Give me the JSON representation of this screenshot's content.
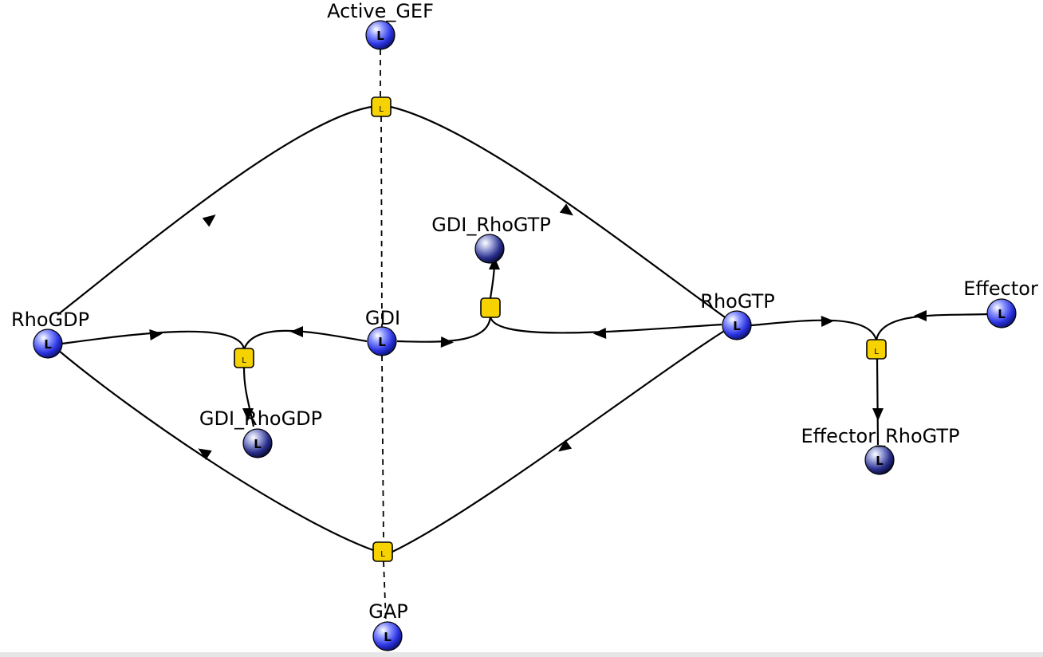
{
  "species": [
    {
      "id": "active_gef",
      "label": "Active_GEF",
      "glyph": "L"
    },
    {
      "id": "rhogdp",
      "label": "RhoGDP",
      "glyph": "L"
    },
    {
      "id": "gdi",
      "label": "GDI",
      "glyph": "L"
    },
    {
      "id": "gdi_rhogtp",
      "label": "GDI_RhoGTP",
      "glyph": ""
    },
    {
      "id": "rhogtp",
      "label": "RhoGTP",
      "glyph": "L"
    },
    {
      "id": "effector",
      "label": "Effector",
      "glyph": "L"
    },
    {
      "id": "gdi_rhogdp",
      "label": "GDI_RhoGDP",
      "glyph": "L"
    },
    {
      "id": "effector_rhogtp",
      "label": "Effector_RhoGTP",
      "glyph": "L"
    },
    {
      "id": "gap",
      "label": "GAP",
      "glyph": "L"
    }
  ],
  "reactions": [
    {
      "id": "gef_activation",
      "glyph": "L"
    },
    {
      "id": "gdi_rhogdp_binding",
      "glyph": "L"
    },
    {
      "id": "gdi_rhogtp_binding",
      "glyph": ""
    },
    {
      "id": "effector_binding",
      "glyph": "L"
    },
    {
      "id": "gap_hydrolysis",
      "glyph": "L"
    }
  ],
  "colors": {
    "species_fill": "#3b43e6",
    "species_dark_fill": "#2a2f8c",
    "reaction_fill": "#f5d200",
    "edge": "#000000",
    "background": "#ffffff"
  }
}
